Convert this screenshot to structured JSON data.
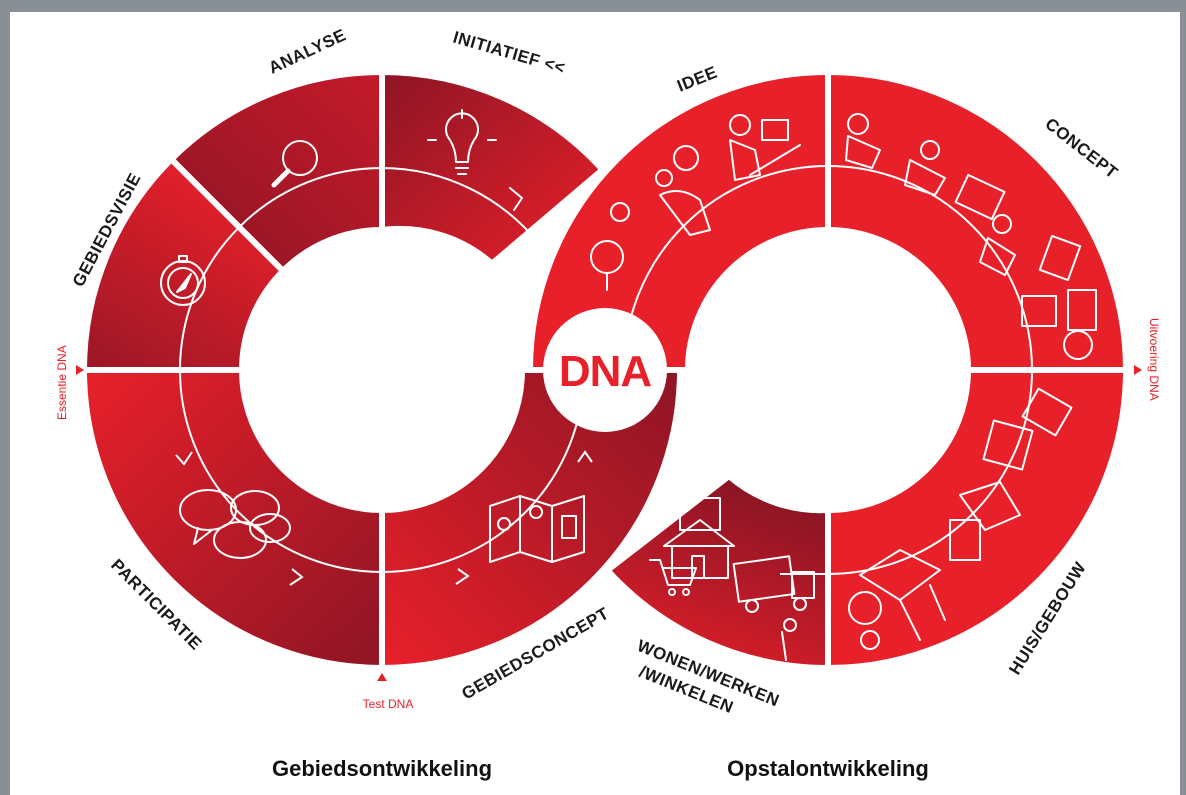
{
  "colors": {
    "red": "#e8202a",
    "dark_red": "#8e1525",
    "panel": "#ffffff",
    "text": "#1a1a1a"
  },
  "logo": {
    "text": "DNA"
  },
  "left_loop": {
    "segments": [
      {
        "label": "ANALYSE",
        "icon": "magnifier-icon"
      },
      {
        "label": "INITIATIEF <<",
        "icon": "lightbulb-icon"
      },
      {
        "label": "GEBIEDSVISIE",
        "icon": "compass-icon"
      },
      {
        "label": "PARTICIPATIE",
        "icon": "speech-bubbles-icon"
      },
      {
        "label": "GEBIEDSCONCEPT",
        "icon": "map-icon"
      }
    ]
  },
  "right_loop": {
    "segments": [
      {
        "label": "IDEE",
        "icon": "thinking-person-icon"
      },
      {
        "label": "CONCEPT",
        "icon": "designer-desk-icon"
      },
      {
        "label": "WONEN/WERKEN",
        "icon": "house-shopping-cart-icon"
      },
      {
        "label": "/WINKELEN",
        "icon": "moving-truck-icon"
      },
      {
        "label": "HUIS/GEBOUW",
        "icon": "construction-tools-icon"
      }
    ]
  },
  "markers": {
    "left": "Essentie DNA",
    "bottom": "Test DNA",
    "right": "Uitvoering DNA"
  },
  "titles": {
    "left": "Gebiedsontwikkeling",
    "right": "Opstalontwikkeling"
  }
}
